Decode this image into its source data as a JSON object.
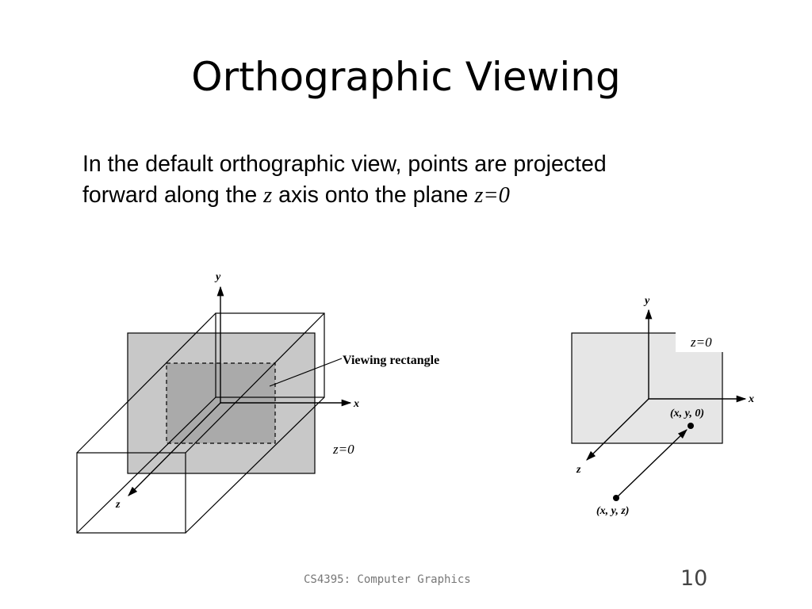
{
  "slide": {
    "title": "Orthographic Viewing",
    "body": {
      "part1": "In the default orthographic view, points are projected forward along the ",
      "var1": "z",
      "part2": " axis onto the plane ",
      "var2": "z=0"
    },
    "footer": "CS4395: Computer Graphics",
    "page_number": "10"
  },
  "left_figure": {
    "y_label": "y",
    "x_label": "x",
    "z_label": "z",
    "callout": "Viewing rectangle",
    "plane_label": "z=0"
  },
  "right_figure": {
    "y_label": "y",
    "x_label": "x",
    "z_label": "z",
    "plane_label": "z=0",
    "projected_point": "(x, y, 0)",
    "source_point": "(x, y, z)"
  },
  "colors": {
    "plane_gray": "#c8c8c8",
    "inner_rect_gray": "#aaaaaa",
    "right_plane": "#e6e6e6"
  }
}
